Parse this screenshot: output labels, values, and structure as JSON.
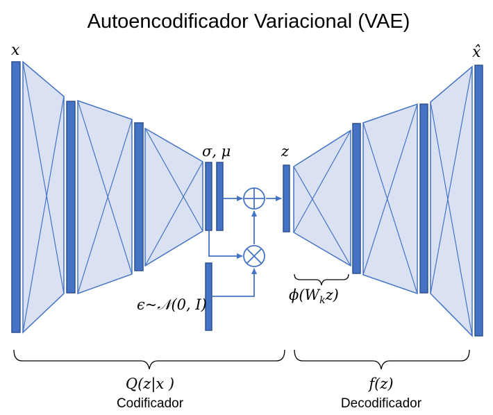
{
  "title": "Autoencodificador Variacional (VAE)",
  "labels": {
    "x": "x",
    "x_hat": "x̂",
    "sigma_mu": "σ, μ",
    "z": "z",
    "epsilon": "ϵ~𝒩(0, I)",
    "phi": "ϕ(W",
    "phi_sub": "k",
    "phi_end": "z)",
    "q": "Q(z|x )",
    "f": "f(z)"
  },
  "sections": {
    "encoder": "Codificador",
    "decoder": "Decodificador"
  },
  "colors": {
    "bar": "#4472c4",
    "trapezoid": "#d9e1f2",
    "line": "#4472c4"
  }
}
